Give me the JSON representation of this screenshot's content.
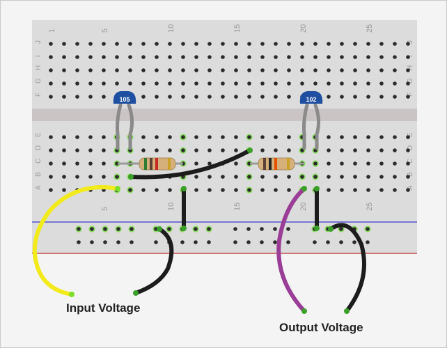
{
  "breadboard": {
    "column_numbers": [
      "1",
      "5",
      "10",
      "15",
      "20",
      "25"
    ],
    "row_letters_top": [
      "J",
      "I",
      "H",
      "G",
      "F"
    ],
    "row_letters_bottom": [
      "E",
      "D",
      "C",
      "B",
      "A"
    ]
  },
  "components": {
    "capacitor_1": {
      "code": "105",
      "color": "#1e4fa0"
    },
    "capacitor_2": {
      "code": "102",
      "color": "#1e4fa0"
    },
    "resistor_1": {
      "bands": [
        "#2e7d32",
        "#5d4037",
        "#c62828",
        "#c9a227"
      ]
    },
    "resistor_2": {
      "bands": [
        "#5d4037",
        "#222222",
        "#e65100",
        "#c9a227"
      ]
    }
  },
  "wires": {
    "input_wire_color": "#f2ea1a",
    "ground_wire_color": "#1c1c1c",
    "output_wire_color": "#9a3d96"
  },
  "rails": {
    "blue_line_color": "#3a3ac8",
    "red_line_color": "#c83a3a"
  },
  "labels": {
    "input_voltage": "Input Voltage",
    "output_voltage": "Output Voltage"
  }
}
